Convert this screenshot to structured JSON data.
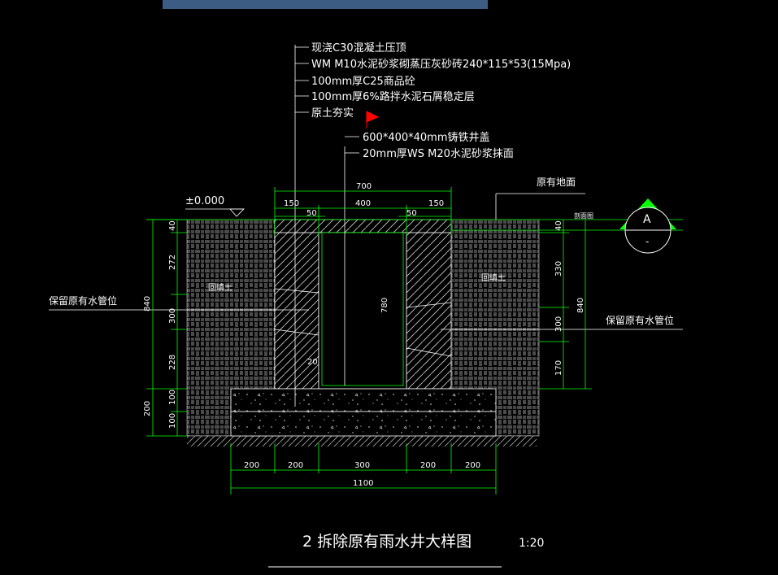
{
  "annotations": {
    "layers": [
      "现浇C30混凝土压顶",
      "WM  M10水泥砂浆砌蒸压灰砂砖240*115*53(15Mpa)",
      "100mm厚C25商品砼",
      "100mm厚6%路拌水泥石屑稳定层",
      "原土夯实"
    ],
    "cover": "600*400*40mm铸铁井盖",
    "plaster": "20mm厚WS  M20水泥砂浆抹面",
    "existing_ground": "原有地面",
    "section_mark": "剖面图",
    "elevation": "±0.000",
    "backfill": "回填土",
    "pipe": "保留原有水管位"
  },
  "dims": {
    "top": {
      "total": "700",
      "left": "150",
      "mid": "400",
      "right": "150",
      "wall_left": "50",
      "wall_right": "50"
    },
    "left": {
      "total": "840",
      "segments": [
        "40",
        "272",
        "300",
        "228"
      ],
      "base_total": "200",
      "base": [
        "100",
        "100"
      ]
    },
    "right": {
      "total": "840",
      "segments": [
        "40",
        "330",
        "300",
        "170"
      ]
    },
    "inner_height": "780",
    "inner_small": "20",
    "bottom": {
      "segments": [
        "200",
        "200",
        "300",
        "200",
        "200"
      ],
      "total": "1100"
    }
  },
  "section": {
    "letter": "A",
    "sub": "-"
  },
  "title": {
    "text": "2 拆除原有雨水井大样图",
    "scale": "1:20"
  },
  "colors": {
    "line": "#ffffff",
    "dim": "#00ff00",
    "flag": "#ff0000",
    "cyan": "#00ffff"
  }
}
